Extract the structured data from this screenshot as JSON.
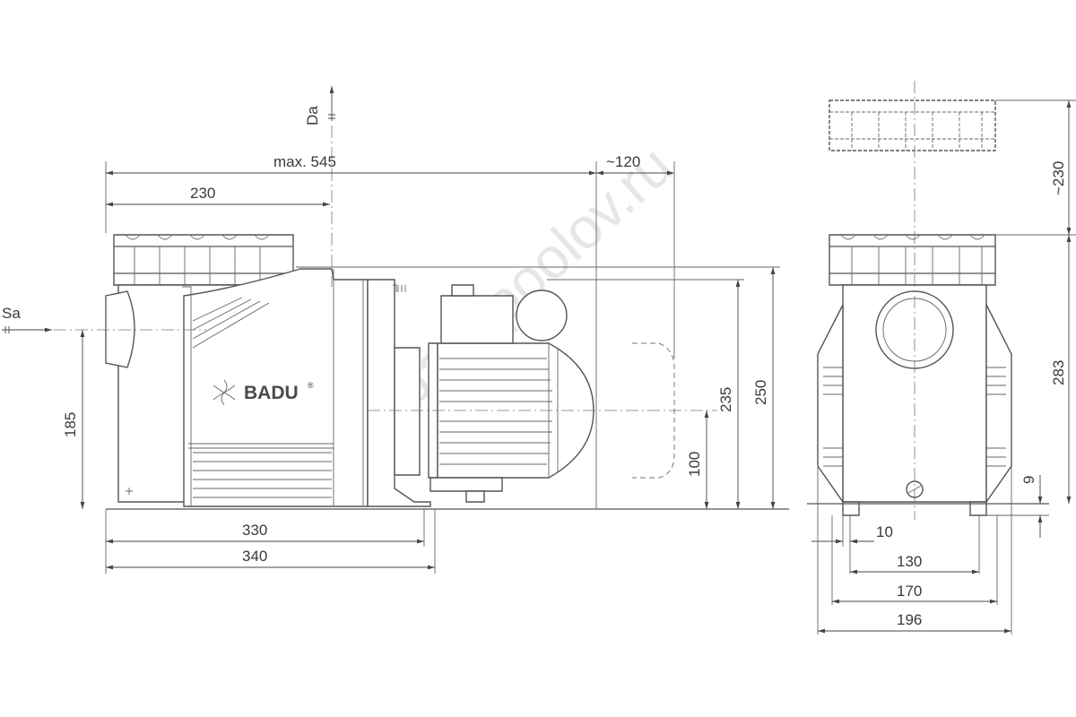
{
  "labels": {
    "da": "Da",
    "sa": "Sa",
    "brand": "BADU",
    "brand_mark": "®",
    "watermark": "www.bazapoolov.ru"
  },
  "dimensions": {
    "overall_length": "max. 545",
    "strainer_width": "230",
    "motor_clearance": "~120",
    "base_330": "330",
    "base_340": "340",
    "inlet_height": "185",
    "shaft_height": "100",
    "motor_height": "235",
    "total_height": "250",
    "lid_clearance": "~230",
    "side_height": "283",
    "foot_height": "9",
    "foot_width": "10",
    "foot_span_130": "130",
    "foot_span_170": "170",
    "total_width": "196"
  }
}
